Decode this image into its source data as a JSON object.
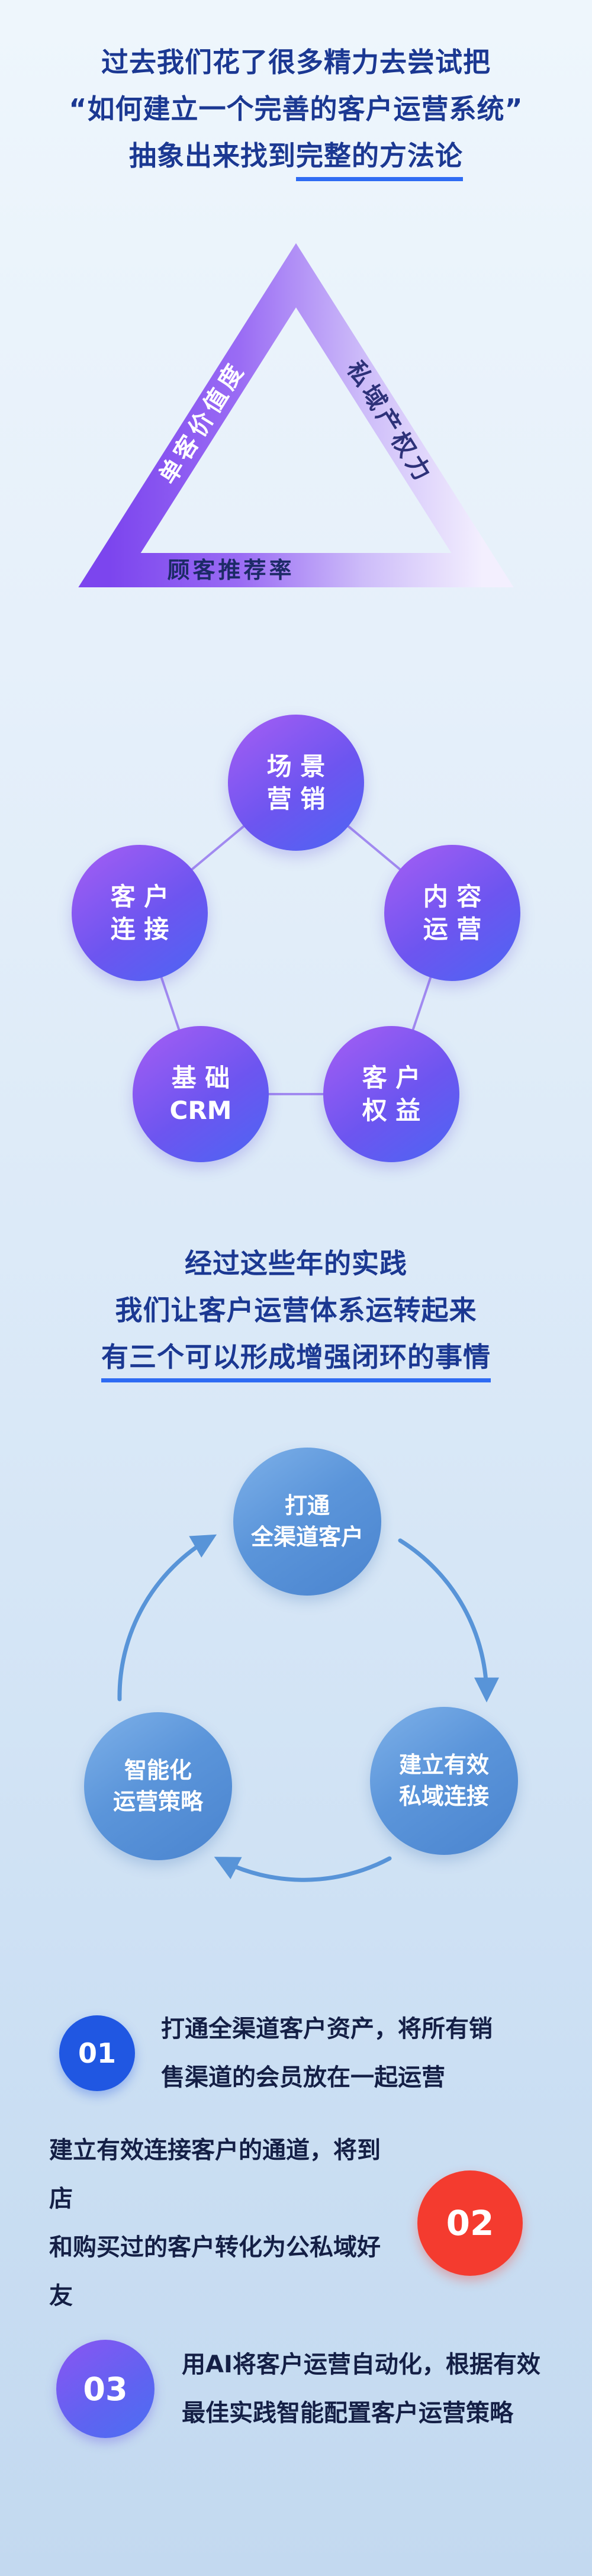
{
  "header1": {
    "line1": "过去我们花了很多精力去尝试把",
    "line2": "“如何建立一个完善的客户运营系统”",
    "line3_prefix": "抽象出来找到",
    "line3_underline": "完整的方法论"
  },
  "triangle": {
    "left_label": "单客价值度",
    "right_label": "私域产权力",
    "bottom_label": "顾客推荐率"
  },
  "pentagon": {
    "items": [
      {
        "name": "scene-marketing",
        "line1": "场 景",
        "line2": "营 销"
      },
      {
        "name": "customer-connection",
        "line1": "客 户",
        "line2": "连 接"
      },
      {
        "name": "content-operation",
        "line1": "内 容",
        "line2": "运 营"
      },
      {
        "name": "basic-crm",
        "line1": "基 础",
        "line2": "CRM"
      },
      {
        "name": "customer-benefits",
        "line1": "客 户",
        "line2": "权 益"
      }
    ]
  },
  "header2": {
    "line1": "经过这些年的实践",
    "line2": "我们让客户运营体系运转起来",
    "line3": "有三个可以形成增强闭环的事情"
  },
  "cycle": {
    "items": [
      {
        "name": "omnichannel-customers",
        "line1": "打通",
        "line2": "全渠道客户"
      },
      {
        "name": "smart-operation-strategy",
        "line1": "智能化",
        "line2": "运营策略"
      },
      {
        "name": "private-domain-connection",
        "line1": "建立有效",
        "line2": "私域连接"
      }
    ]
  },
  "steps": [
    {
      "number": "01",
      "line1": "打通全渠道客户资产，将所有销",
      "line2": "售渠道的会员放在一起运营"
    },
    {
      "number": "02",
      "line1": "建立有效连接客户的通道，将到店",
      "line2": "和购买过的客户转化为公私域好友"
    },
    {
      "number": "03",
      "line1": "用AI将客户运营自动化，根据有效",
      "line2": "最佳实践智能配置客户运营策略"
    }
  ],
  "colors": {
    "heading": "#1b3892",
    "underline": "#2e6bf3",
    "triangle_purple": "#7c45ee",
    "pentagon_gradient_start": "#a75ef4",
    "pentagon_gradient_end": "#4b66f3",
    "cycle_blue": "#5b95da",
    "arrow_blue": "#5894d8",
    "step1_badge": "#2057e2",
    "step2_badge": "#f43b2f",
    "body_text": "#141f45"
  }
}
